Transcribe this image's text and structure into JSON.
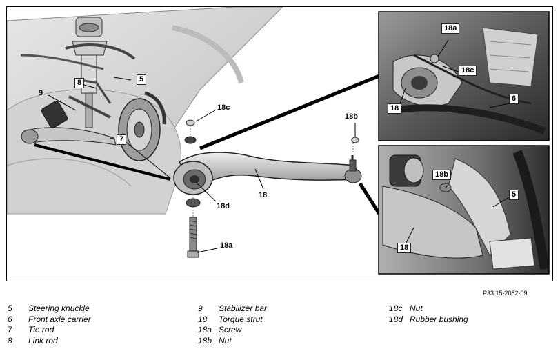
{
  "figure": {
    "code": "P33.15-2082-09",
    "callouts": {
      "main_5": "5",
      "main_8": "8",
      "main_9": "9",
      "main_7": "7",
      "part_18c": "18c",
      "part_18b": "18b",
      "part_18": "18",
      "part_18d": "18d",
      "part_18a": "18a",
      "inset1_18a": "18a",
      "inset1_18c": "18c",
      "inset1_18": "18",
      "inset1_6": "6",
      "inset2_18b": "18b",
      "inset2_5": "5",
      "inset2_18": "18"
    }
  },
  "legend": {
    "col1": [
      {
        "num": "5",
        "text": "Steering knuckle"
      },
      {
        "num": "6",
        "text": "Front axle carrier"
      },
      {
        "num": "7",
        "text": "Tie rod"
      },
      {
        "num": "8",
        "text": "Link rod"
      }
    ],
    "col2": [
      {
        "num": "9",
        "text": "Stabilizer bar"
      },
      {
        "num": "18",
        "text": "Torque strut"
      },
      {
        "num": "18a",
        "text": "Screw"
      },
      {
        "num": "18b",
        "text": "Nut"
      }
    ],
    "col3": [
      {
        "num": "18c",
        "text": "Nut"
      },
      {
        "num": "18d",
        "text": "Rubber bushing"
      }
    ]
  },
  "colors": {
    "line": "#000000",
    "metal_light": "#d8d8d8",
    "metal_mid": "#a8a8a8",
    "metal_dark": "#555555",
    "photo_dark": "#3a3a3a"
  }
}
